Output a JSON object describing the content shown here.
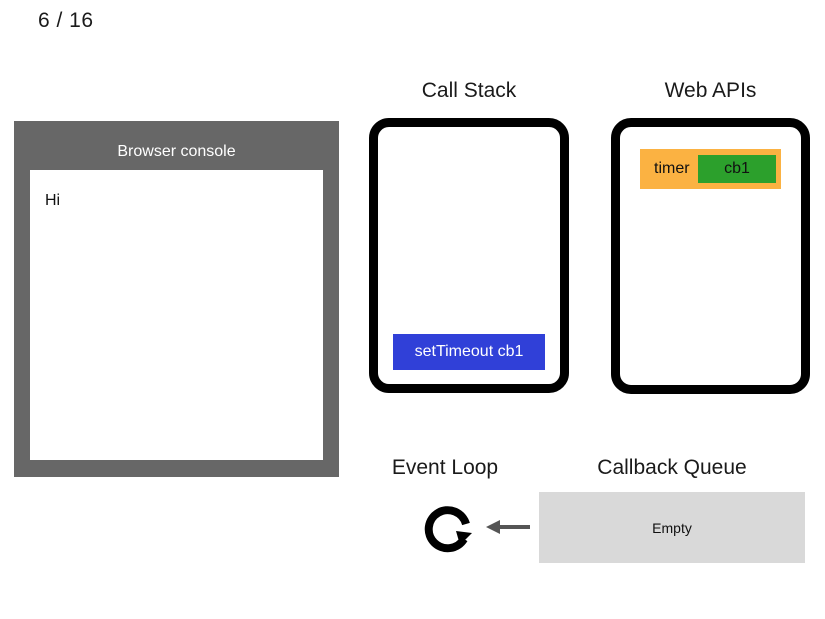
{
  "slide": {
    "counter": "6 / 16",
    "current": 6,
    "total": 16
  },
  "console": {
    "title": "Browser console",
    "lines": [
      "Hi"
    ],
    "frame_color": "#676767",
    "screen_color": "#ffffff"
  },
  "call_stack": {
    "title": "Call Stack",
    "frames": [
      {
        "label": "setTimeout cb1",
        "color": "#3040d8",
        "text_color": "#ffffff"
      }
    ]
  },
  "web_apis": {
    "title": "Web APIs",
    "tasks": [
      {
        "label": "timer",
        "badge": "cb1",
        "row_color": "#fbb242",
        "badge_color": "#2ca02c"
      }
    ]
  },
  "event_loop": {
    "title": "Event Loop",
    "icon": "circular-arrow-icon",
    "arrow": "arrow-left-icon"
  },
  "callback_queue": {
    "title": "Callback Queue",
    "status": "Empty",
    "box_color": "#d9d9d9"
  }
}
